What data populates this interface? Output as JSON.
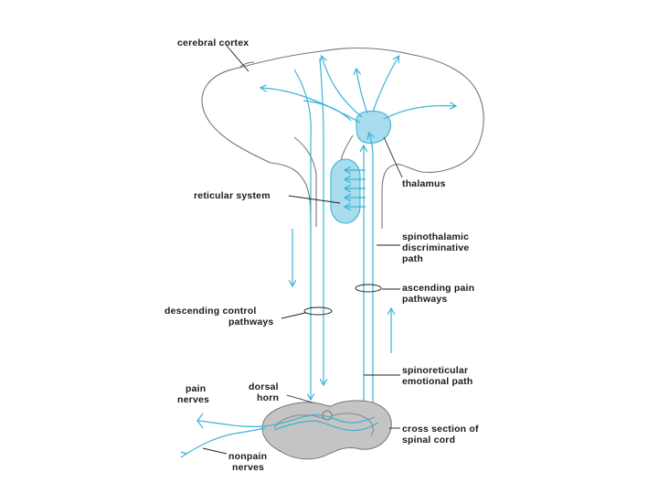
{
  "colors": {
    "pathway": "#3ab3d6",
    "structure_fill": "#a9dcec",
    "spinal_cord_fill": "#c4c4c4",
    "outline": "#777777",
    "text": "#1a1a1a"
  },
  "labels": {
    "cerebral_cortex": "cerebral cortex",
    "thalamus": "thalamus",
    "reticular_system": "reticular system",
    "spinothalamic_1": "spinothalamic",
    "spinothalamic_2": "discriminative",
    "spinothalamic_3": "path",
    "ascending_1": "ascending pain",
    "ascending_2": "pathways",
    "descending_1": "descending control",
    "descending_2": "pathways",
    "spinoreticular_1": "spinoreticular",
    "spinoreticular_2": "emotional path",
    "dorsal_1": "dorsal",
    "dorsal_2": "horn",
    "pain_1": "pain",
    "pain_2": "nerves",
    "cross_section_1": "cross section of",
    "cross_section_2": "spinal cord",
    "nonpain_1": "nonpain",
    "nonpain_2": "nerves"
  }
}
